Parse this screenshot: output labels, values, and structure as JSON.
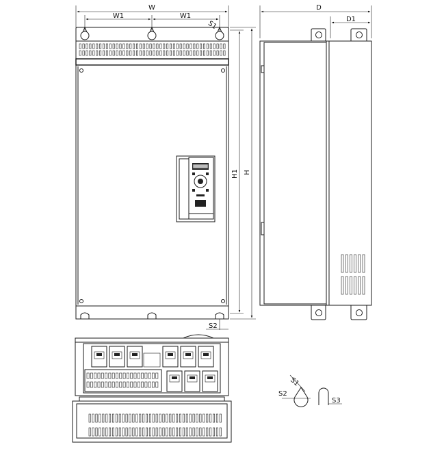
{
  "dimensions": {
    "width": "W",
    "width_segment_left": "W1",
    "width_segment_right": "W1",
    "height": "H",
    "height_inner": "H1",
    "depth": "D",
    "depth_inner": "D1",
    "hole_size": "S1",
    "hole_offset": "S2"
  },
  "detail": {
    "s1": "S1",
    "s2": "S2",
    "s3": "S3"
  },
  "colors": {
    "line": "#1a1a1a",
    "background": "#ffffff"
  }
}
